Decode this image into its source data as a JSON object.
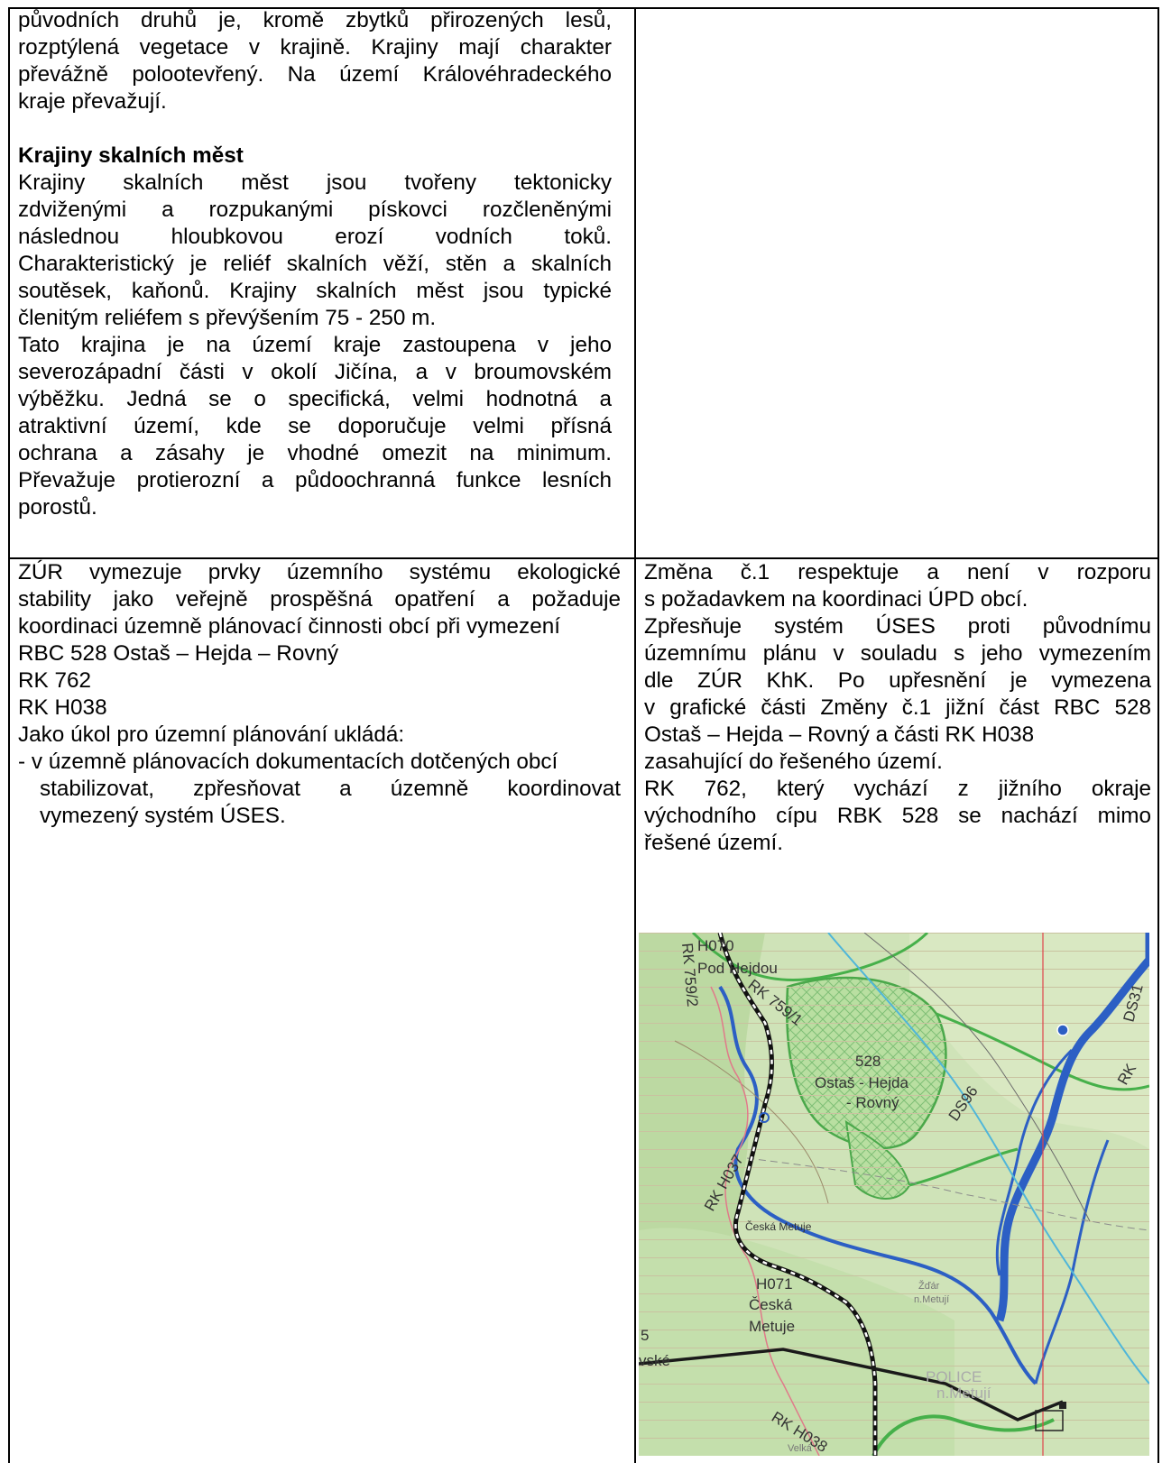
{
  "row1_left": {
    "para1": [
      "původních druhů je, kromě zbytků přirozených lesů,",
      "rozptýlená vegetace v krajině. Krajiny mají charakter",
      "převážně polootevřený. Na území Královéhradeckého",
      "kraje převažují."
    ],
    "heading": "Krajiny skalních měst",
    "para2": [
      "Krajiny skalních měst jsou tvořeny tektonicky",
      "zdviženými a rozpukanými pískovci rozčleněnými",
      "následnou hloubkovou erozí vodních toků.",
      "Charakteristický je reliéf skalních věží, stěn a skalních",
      "soutěsek, kaňonů. Krajiny skalních měst jsou typické",
      "členitým reliéfem s převýšením 75 - 250 m.",
      "Tato krajina je na území kraje zastoupena v jeho",
      "severozápadní části v okolí Jičína, a v broumovském",
      "výběžku. Jedná se o specifická, velmi hodnotná a",
      "atraktivní území, kde se doporučuje velmi přísná",
      "ochrana a zásahy je vhodné omezit na minimum.",
      "Převažuje protierozní a půdoochranná funkce lesních",
      "porostů."
    ]
  },
  "row2_left": {
    "lines": [
      "ZÚR vymezuje prvky územního systému ekologické",
      "stability jako veřejně prospěšná opatření a požaduje",
      "koordinaci územně plánovací činnosti obcí při vymezení",
      "RBC 528 Ostaš – Hejda – Rovný",
      "RK 762",
      "RK H038",
      "Jako úkol pro územní plánování ukládá:",
      "- v územně plánovacích dokumentacích dotčených obcí",
      "stabilizovat, zpřesňovat a územně koordinovat",
      "vymezený systém ÚSES."
    ]
  },
  "row2_right": {
    "lines": [
      "Změna č.1 respektuje a není v rozporu",
      "s požadavkem na koordinaci ÚPD obcí.",
      "Zpřesňuje systém ÚSES proti původnímu",
      "územnímu plánu v souladu s jeho vymezením",
      "dle ZÚR KhK. Po upřesnění je vymezena",
      "v grafické části Změny č.1 jižní část RBC 528",
      "Ostaš – Hejda – Rovný a části RK H038",
      "zasahující do řešeného území.",
      "RK 762, který vychází z jižního okraje",
      "východního cípu RBK 528 se nachází mimo",
      "řešené území."
    ]
  },
  "map": {
    "labels": {
      "h070": "H070",
      "pod_hejdou": "Pod Hejdou",
      "rk759_2": "RK 759/2",
      "rk759_1": "RK 759/1",
      "ds31": "DS31",
      "rk": "RK",
      "n528": "528",
      "ostas": "Ostaš - Hejda",
      "rovny": "- Rovný",
      "ds": "DS96",
      "rkh037": "RK H037",
      "ceska_metuje_river": "Česká Metuje",
      "h071": "H071",
      "ceska": "Česká",
      "metuje": "Metuje",
      "n5": "5",
      "ske": "vské",
      "police": "POLICE",
      "n_metuji": "n.Metují",
      "zdar": "Žďár",
      "n_metuji2": "n.Metují",
      "rkh038": "RK H038",
      "velka": "Velká"
    }
  }
}
